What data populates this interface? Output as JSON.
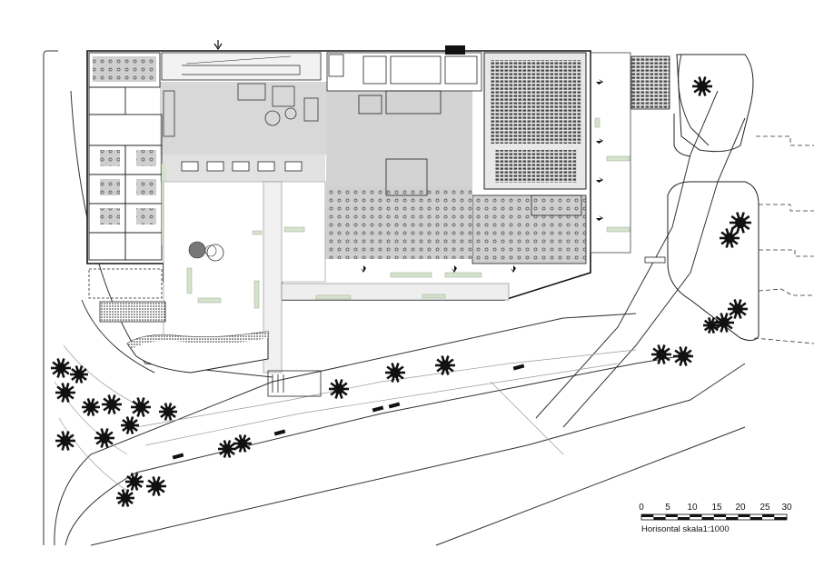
{
  "scale_bar": {
    "ticks": [
      "0",
      "5",
      "10",
      "15",
      "20",
      "25",
      "30"
    ],
    "caption": "Horisontal skala1:1000"
  },
  "colors": {
    "line": "#222222",
    "floor": "#d6d6d6",
    "green": "#d5e3cc",
    "tree": "#111111"
  }
}
